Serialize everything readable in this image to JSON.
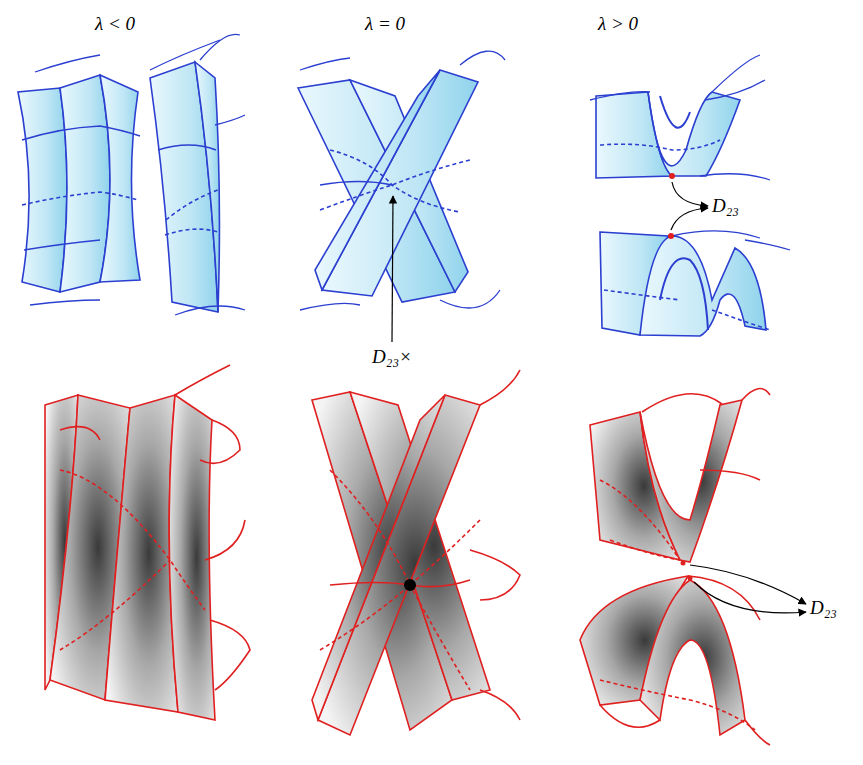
{
  "diagram": {
    "labels": [
      "λ < 0",
      "λ = 0",
      "λ > 0",
      "D₂₃×",
      "D₂₃",
      "D₂₃"
    ]
  }
}
